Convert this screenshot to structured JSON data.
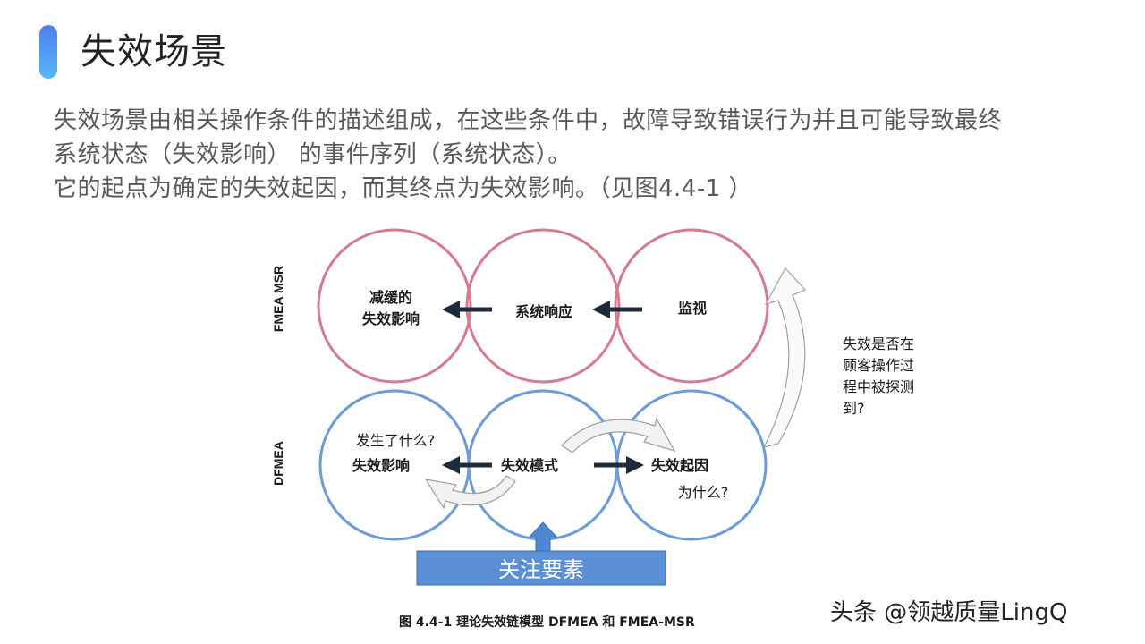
{
  "title": "失效场景",
  "description_lines": [
    "失效场景由相关操作条件的描述组成，在这些条件中，故障导致错误行为并且可能导致最终",
    "系统状态（失效影响） 的事件序列（系统状态）。",
    "它的起点为确定的失效起因，而其终点为失效影响。（见图4.4-1 ）"
  ],
  "diagram": {
    "row_labels": {
      "top": "FMEA MSR",
      "bottom": "DFMEA"
    },
    "top_circles": {
      "left_line1": "减缓的",
      "left_line2": "失效影响",
      "middle": "系统响应",
      "right": "监视"
    },
    "bottom_circles": {
      "left_question": "发生了什么?",
      "left": "失效影响",
      "middle": "失效模式",
      "right": "失效起因",
      "right_question": "为什么?"
    },
    "side_note_lines": [
      "失效是否在",
      "顾客操作过",
      "程中被探测",
      "到?"
    ],
    "focus_box": "关注要素",
    "caption": "图  4.4-1 理论失效链模型 DFMEA 和 FMEA-MSR",
    "colors": {
      "top_ring": "#d67a8e",
      "bottom_ring": "#6b9bd8",
      "focus_box": "#5b8fd6"
    }
  },
  "watermark": "头条 @领越质量LingQ"
}
